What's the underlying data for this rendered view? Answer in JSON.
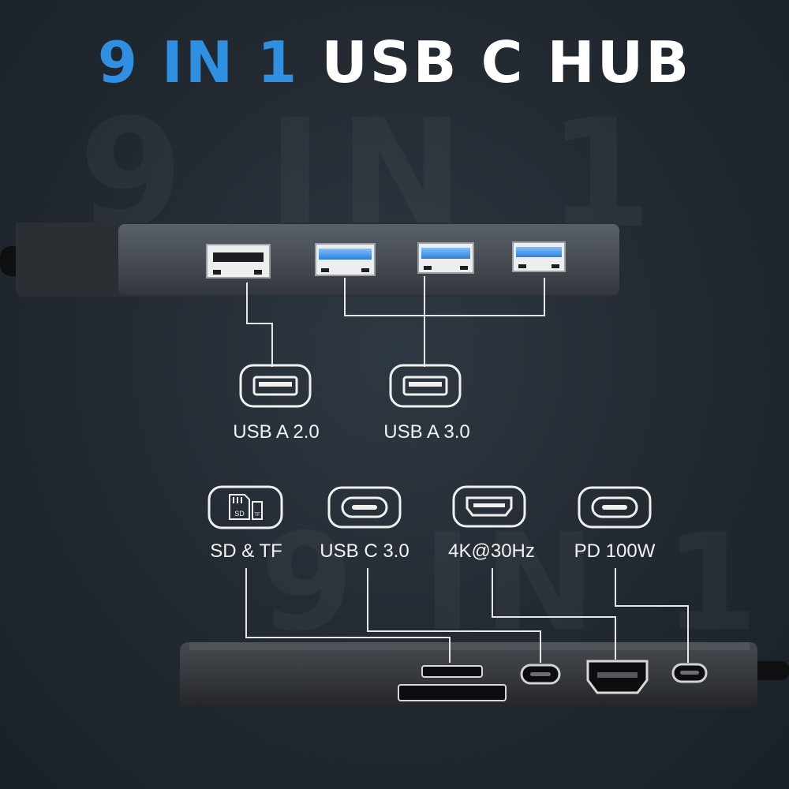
{
  "title": {
    "accent": "9 IN 1",
    "main": "USB C HUB"
  },
  "watermarks": {
    "top": "9 IN 1",
    "bottom": "9 IN 1"
  },
  "ports": {
    "usb_a_20": "USB A 2.0",
    "usb_a_30": "USB A 3.0",
    "sd_tf": "SD & TF",
    "usb_c_30": "USB C 3.0",
    "hdmi": "4K@30Hz",
    "pd": "PD 100W"
  },
  "sd_icon": {
    "sd": "SD",
    "tf": "TF"
  },
  "colors": {
    "accent": "#2f8fe0",
    "text": "#ffffff",
    "usb3_port": "#3a8fe8"
  }
}
